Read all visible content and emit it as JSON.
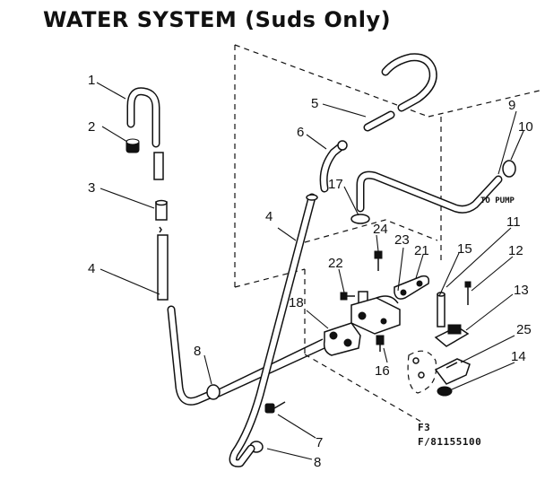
{
  "title": "WATER SYSTEM (Suds Only)",
  "callouts": {
    "c1": "1",
    "c2": "2",
    "c3": "3",
    "c4a": "4",
    "c4b": "4",
    "c5": "5",
    "c6": "6",
    "c7": "7",
    "c8a": "8",
    "c8b": "8",
    "c9": "9",
    "c10": "10",
    "c11": "11",
    "c12": "12",
    "c13": "13",
    "c14": "14",
    "c15": "15",
    "c16": "16",
    "c17": "17",
    "c18": "18",
    "c21": "21",
    "c22": "22",
    "c23": "23",
    "c24": "24",
    "c25": "25"
  },
  "to_pump": "TO PUMP",
  "figure": {
    "fig_no": "F3",
    "part_no": "F/81155100"
  }
}
